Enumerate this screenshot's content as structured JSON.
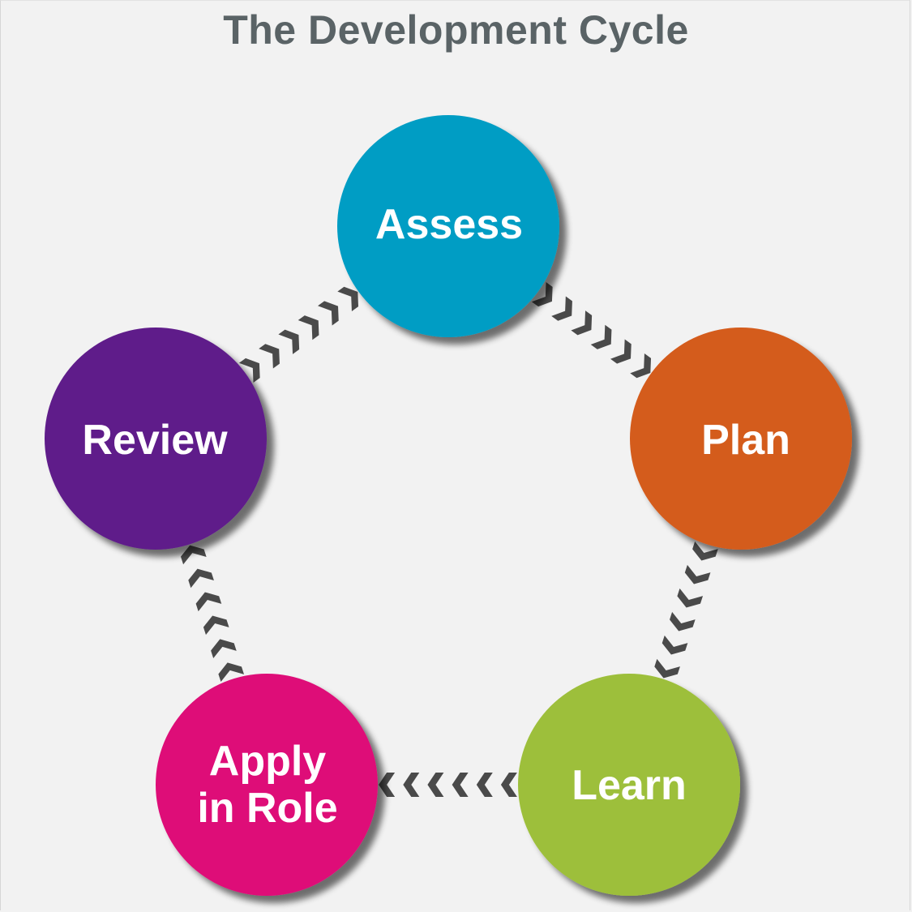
{
  "title": "The Development Cycle",
  "nodes": [
    {
      "id": "assess",
      "label": "Assess",
      "color": "#069dc4"
    },
    {
      "id": "plan",
      "label": "Plan",
      "color": "#d45b1f"
    },
    {
      "id": "learn",
      "label": "Learn",
      "color": "#9dbf3a"
    },
    {
      "id": "apply",
      "label": "Apply\nin Role",
      "color": "#de0f78"
    },
    {
      "id": "review",
      "label": "Review",
      "color": "#5f1f8a"
    }
  ],
  "edges": [
    {
      "from": "assess",
      "to": "plan"
    },
    {
      "from": "plan",
      "to": "learn"
    },
    {
      "from": "learn",
      "to": "apply"
    },
    {
      "from": "apply",
      "to": "review"
    },
    {
      "from": "review",
      "to": "assess"
    }
  ],
  "arrow_color": "#4a4a4a",
  "shadow_color": "#9a9a9a"
}
